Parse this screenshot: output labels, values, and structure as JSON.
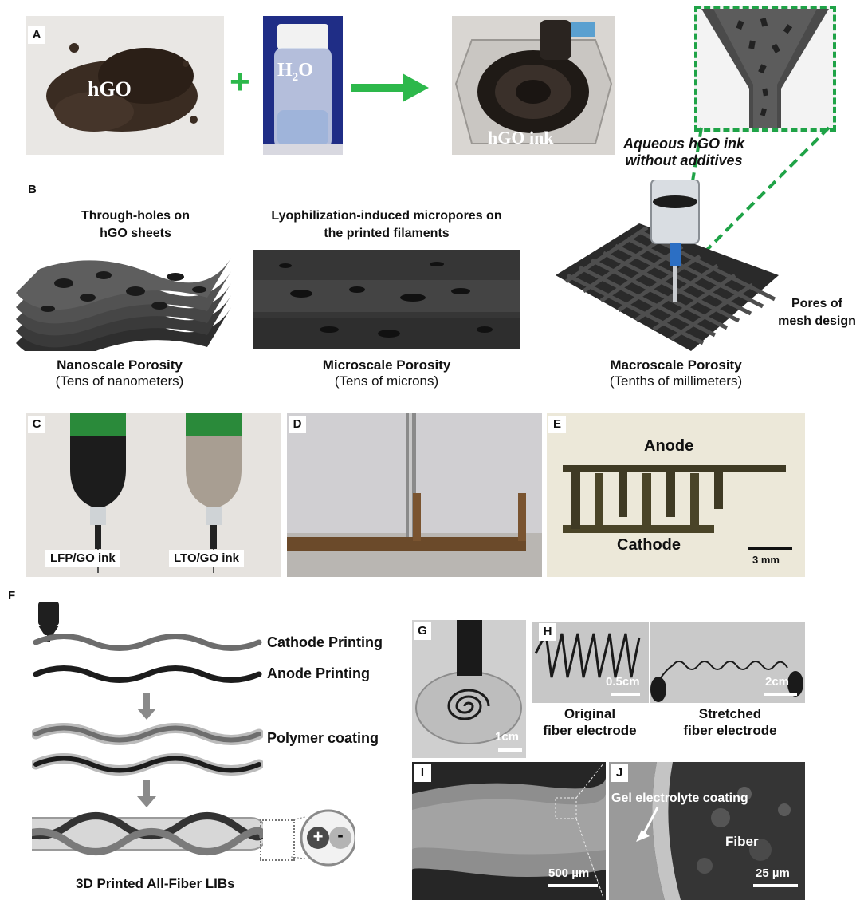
{
  "panels": {
    "A": {
      "label": "A",
      "hgo_text": "hGO",
      "plus": "+",
      "h2o_text": "H",
      "h2o_sub": "2",
      "h2o_end": "O",
      "ink_text": "hGO ink",
      "annotation_line1": "Aqueous hGO ink",
      "annotation_line2": "without additives"
    },
    "B": {
      "label": "B",
      "left_top1": "Through-holes on",
      "left_top2": "hGO sheets",
      "mid_top1": "Lyophilization-induced micropores on",
      "mid_top2": "the printed filaments",
      "right_side1": "Pores of",
      "right_side2": "mesh design",
      "left_cap": "Nanoscale Porosity",
      "left_sub": "(Tens of nanometers)",
      "mid_cap": "Microscale Porosity",
      "mid_sub": "(Tens of microns)",
      "right_cap": "Macroscale Porosity",
      "right_sub": "(Tenths of millimeters)"
    },
    "C": {
      "label": "C",
      "ink1": "LFP/GO ink",
      "ink2": "LTO/GO ink"
    },
    "D": {
      "label": "D"
    },
    "E": {
      "label": "E",
      "anode": "Anode",
      "cathode": "Cathode",
      "scale": "3 mm"
    },
    "F": {
      "label": "F",
      "step1": "Cathode Printing",
      "step2": "Anode Printing",
      "step3": "Polymer coating",
      "final": "3D Printed All-Fiber LIBs",
      "plus_sign": "+",
      "minus_sign": "-"
    },
    "G": {
      "label": "G",
      "scale": "1cm"
    },
    "H": {
      "label": "H",
      "scale1": "0.5cm",
      "scale2": "2cm",
      "cap1_line1": "Original",
      "cap1_line2": "fiber electrode",
      "cap2_line1": "Stretched",
      "cap2_line2": "fiber electrode"
    },
    "I": {
      "label": "I",
      "scale": "500 µm"
    },
    "J": {
      "label": "J",
      "gel": "Gel electrolyte coating",
      "fiber": "Fiber",
      "scale": "25 µm"
    }
  },
  "colors": {
    "green_accent": "#2db84b",
    "dashed_green": "#1fa347",
    "dark_material": "#2a2a2a",
    "cathode_gray": "#6d6d6d",
    "anode_black": "#1c1c1c"
  }
}
